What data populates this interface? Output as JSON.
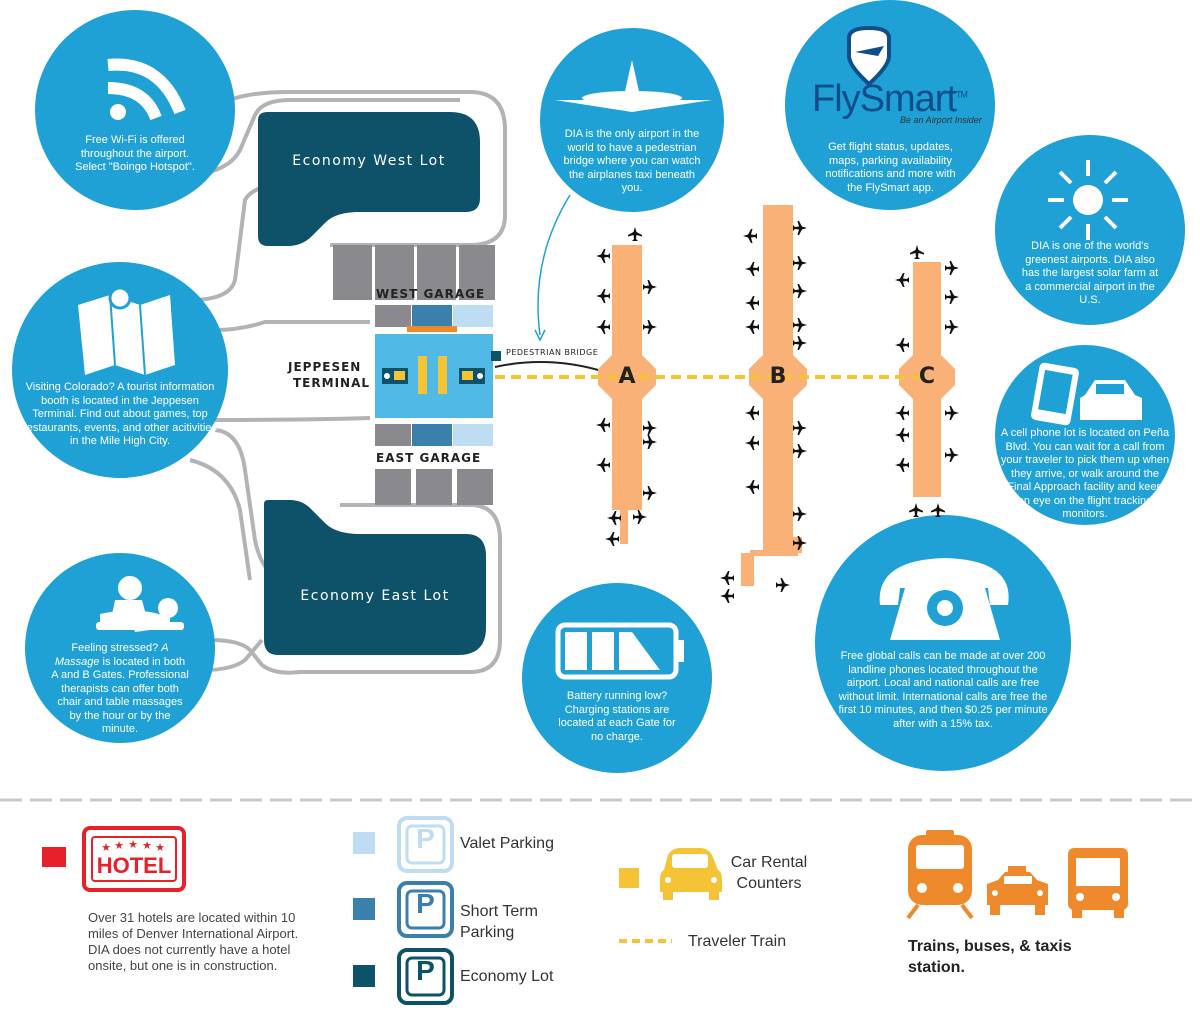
{
  "colors": {
    "circle_blue": "#1fa1d5",
    "economy_lot": "#0d5268",
    "short_term": "#3b80ad",
    "valet": "#bedcf2",
    "garage_gray": "#8a8a8e",
    "concourse_orange": "#f9b178",
    "rental_yellow": "#f4c436",
    "terminal_blue": "#51b9e5",
    "hotel_red": "#e8202a",
    "transport_orange": "#ef8a2c"
  },
  "map": {
    "lots": {
      "economy_west": "Economy West Lot",
      "economy_east": "Economy East Lot"
    },
    "garages": {
      "west": "WEST GARAGE",
      "east": "EAST GARAGE"
    },
    "terminal": {
      "line1": "JEPPESEN",
      "line2": "TERMINAL"
    },
    "pedestrian_bridge": "PEDESTRIAN BRIDGE",
    "concourses": [
      "A",
      "B",
      "C"
    ]
  },
  "info": {
    "wifi": "Free Wi-Fi is offered throughout the airport. Select \"Boingo Hotspot\".",
    "tourist": "Visiting Colorado? A tourist information booth is located in the Jeppesen Terminal.  Find out about games, top restaurants, events, and other acitivities in the Mile High City.",
    "massage_pre": "Feeling stressed? ",
    "massage_em": "A Massage",
    "massage_post": " is located in both A and B Gates. Professional therapists can offer both chair and table massages by the hour or by the minute.",
    "bridge": "DIA is the only airport in the world to have a pedestrian bridge where you can watch the airplanes taxi beneath you.",
    "flysmart_brand": "FlySmart",
    "flysmart_tm": "TM",
    "flysmart_tagline": "Be an Airport Insider",
    "flysmart": "Get flight status, updates, maps, parking availability notifications and more with the FlySmart app.",
    "green": "DIA is one of the world's greenest airports.  DIA also has the largest solar farm at a commercial airport in the U.S.",
    "cellphone": "A cell phone lot is located on Peña Blvd. You can wait for a call from your traveler to pick them up when they arrive, or walk around the Final Approach facility and keep an eye on the flight tracking monitors.",
    "battery": "Battery running low? Charging stations are located at each Gate for no charge.",
    "phones": "Free global calls can be made at over 200 landline phones located throughout the airport.  Local and national calls are free without limit.  International calls are free the first 10 minutes, and then $0.25 per minute after with a 15% tax."
  },
  "legend": {
    "hotel_sign": "HOTEL",
    "hotel_text": "Over 31 hotels are located within 10 miles of Denver International Airport. DIA does not currently have a hotel onsite, but one is in construction.",
    "parking_letter": "P",
    "valet": "Valet Parking",
    "short_term": "Short Term Parking",
    "economy": "Economy Lot",
    "rental": "Car Rental Counters",
    "train": "Traveler Train",
    "transport": "Trains, buses, & taxis station."
  }
}
